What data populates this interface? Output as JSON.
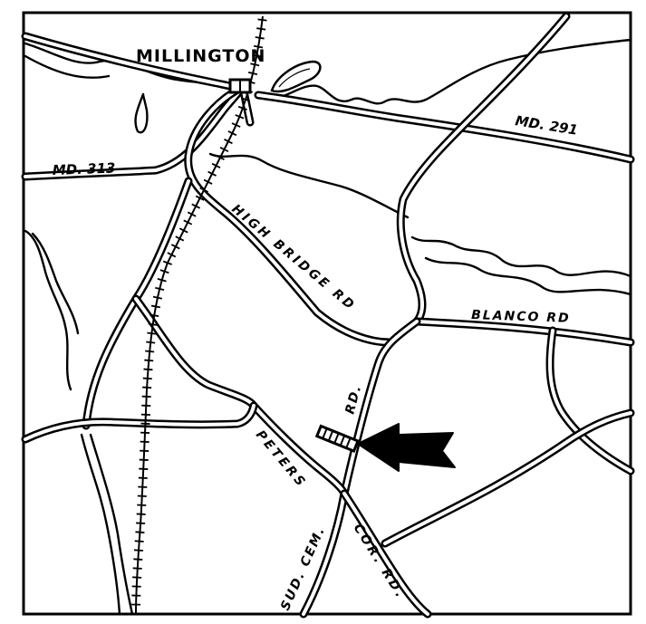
{
  "map": {
    "town": "MILLINGTON",
    "roads": {
      "md291": "MD. 291",
      "md313": "MD. 313",
      "high_bridge": "HIGH BRIDGE RD",
      "blanco": "BLANCO RD",
      "peters": "PETERS",
      "rd_short": "RD.",
      "sud_cem": "SUD. CEM.",
      "cor_rd": "COR. RD."
    },
    "colors": {
      "ink": "#000000",
      "paper": "#ffffff"
    },
    "icons": [
      "arrow-icon",
      "building-icon",
      "railroad-track",
      "pond-icon"
    ]
  }
}
